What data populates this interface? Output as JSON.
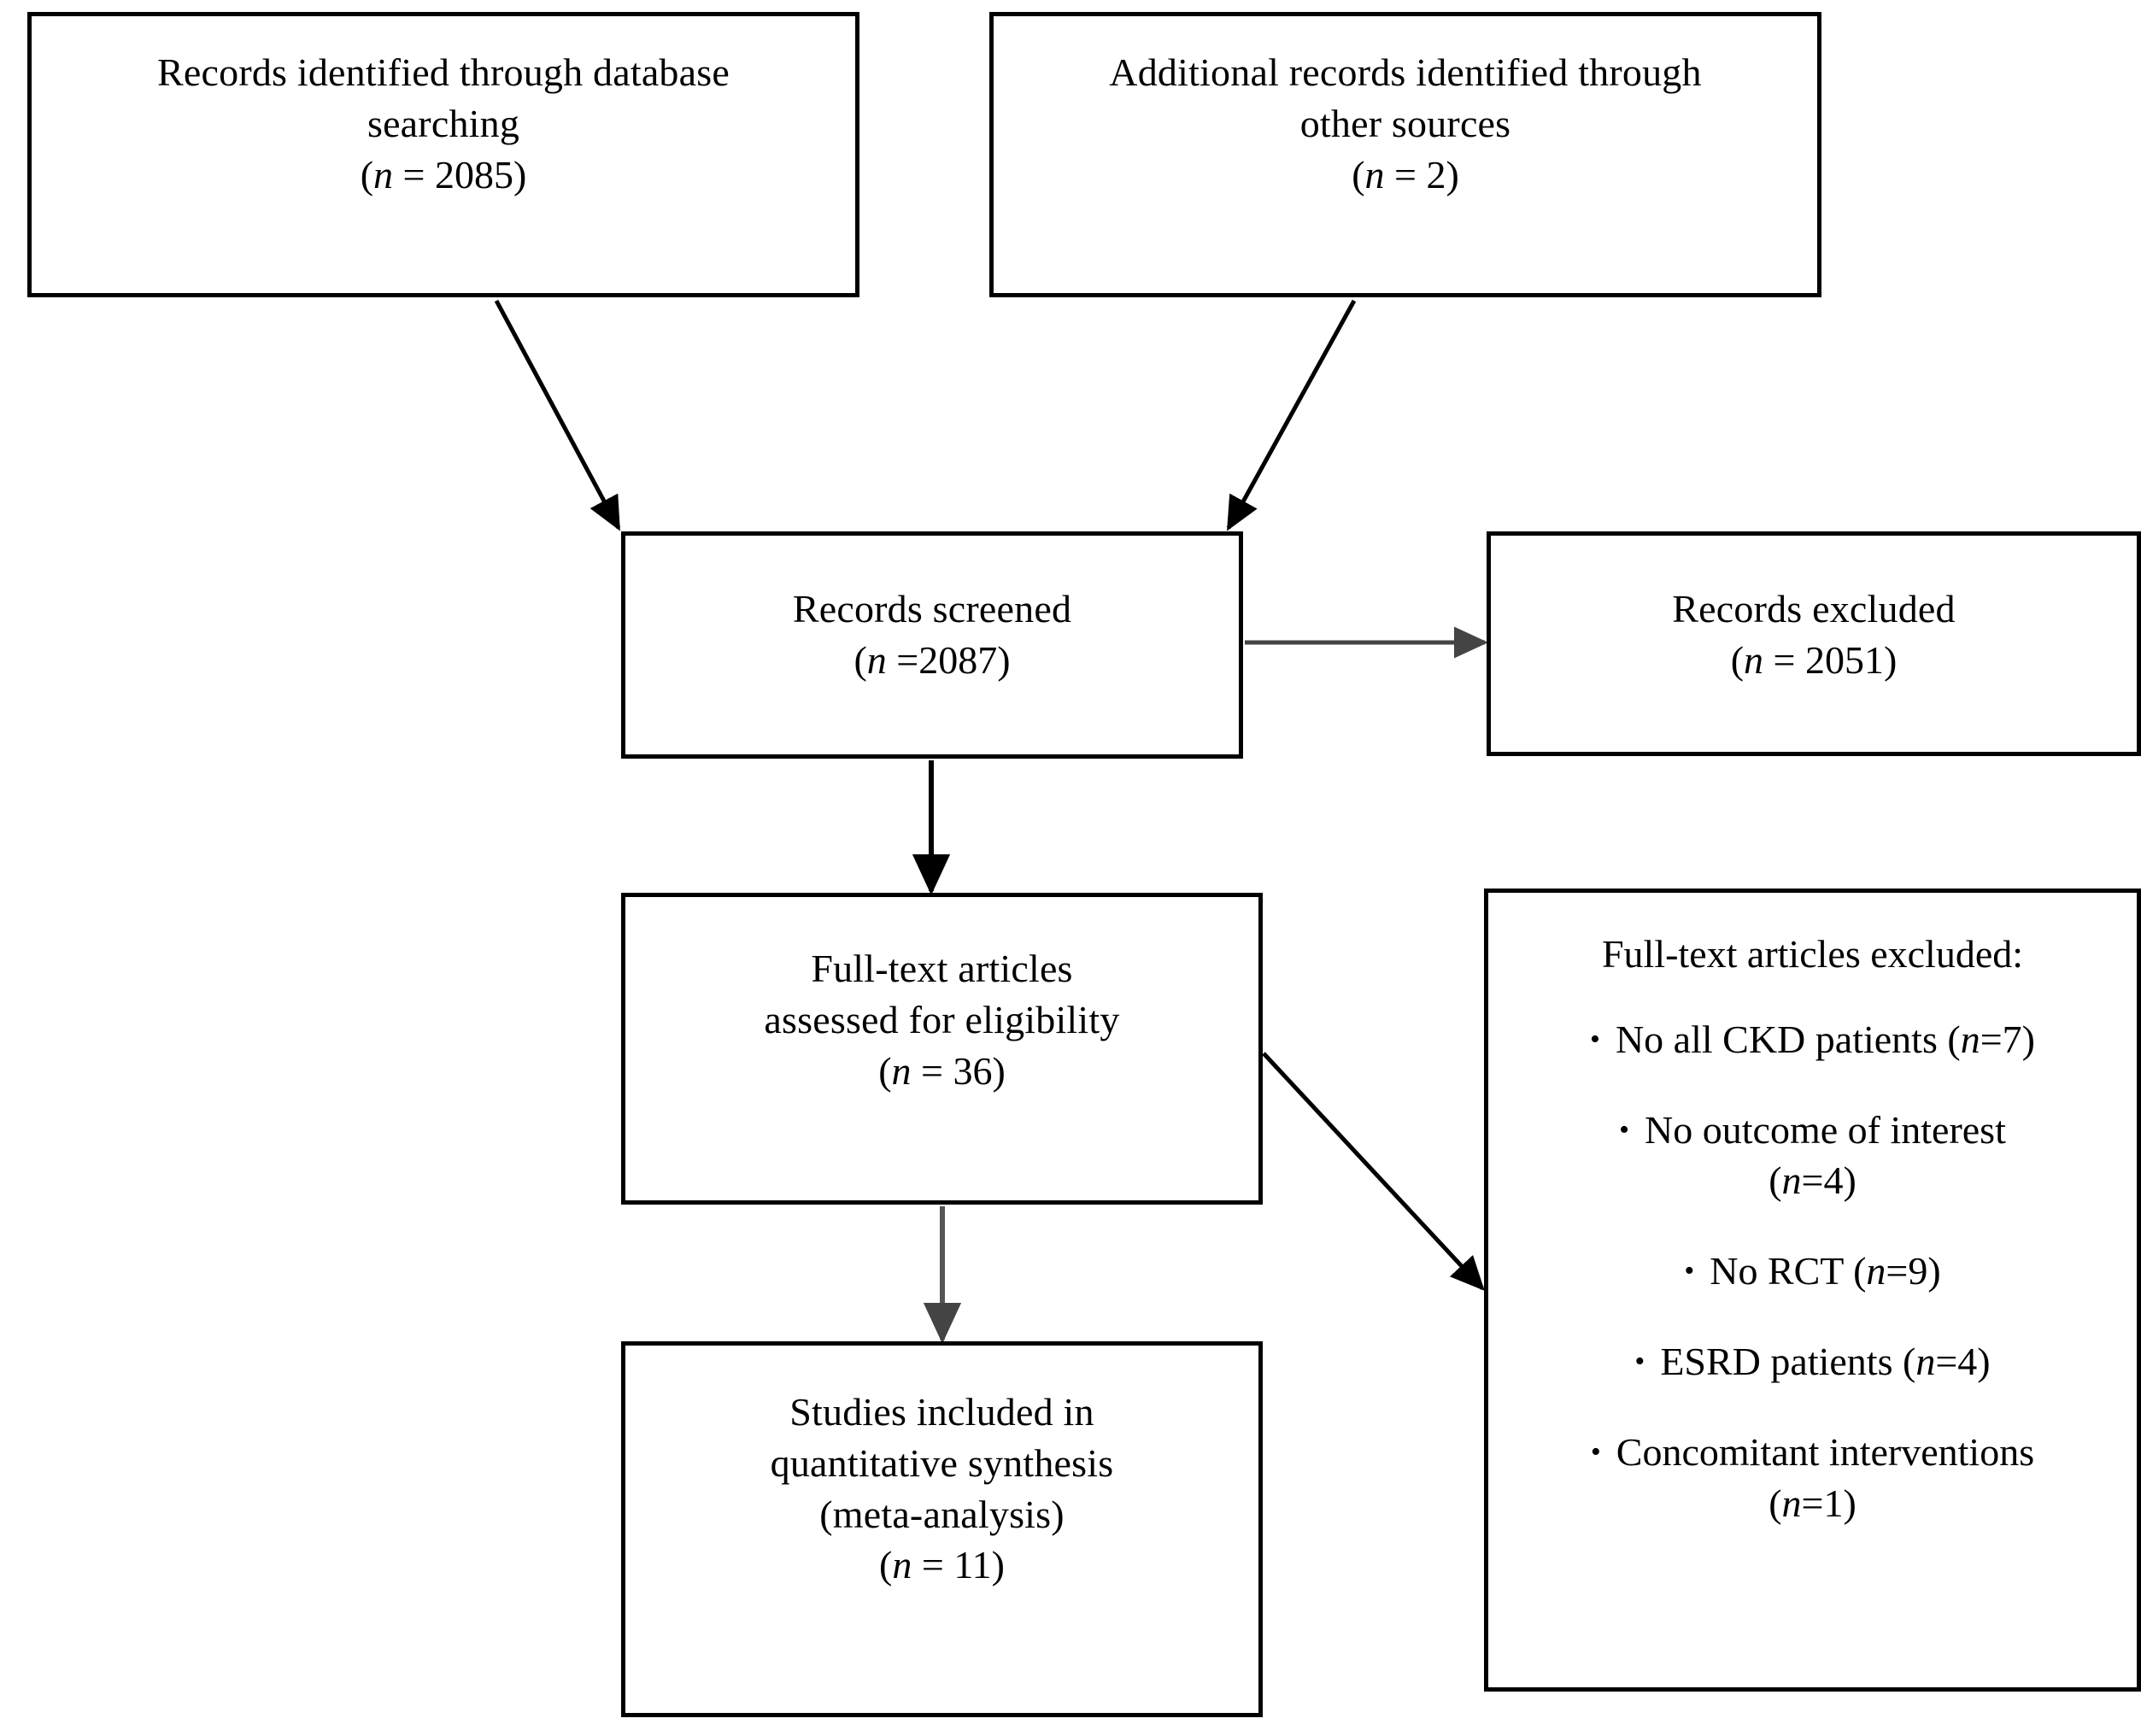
{
  "diagram": {
    "type": "prisma-flow-diagram",
    "boxes": {
      "db_search": {
        "text": "Records identified  through database\nsearching",
        "count_label": "(n = 2085)",
        "n_prefix": "(",
        "n_var": "n",
        "n_suffix": " = 2085)"
      },
      "other_sources": {
        "text": "Additional records identified  through\nother sources",
        "count_label": "(n = 2)",
        "n_prefix": "(",
        "n_var": "n",
        "n_suffix": " = 2)"
      },
      "records_screened": {
        "text": "Records screened",
        "count_label": "(n =2087)",
        "n_prefix": "(",
        "n_var": "n",
        "n_suffix": " =2087)"
      },
      "records_excluded": {
        "text": "Records excluded",
        "count_label": "(n = 2051)",
        "n_prefix": "(",
        "n_var": "n",
        "n_suffix": " = 2051)"
      },
      "fulltext_assessed": {
        "text": "Full-text  articles\nassessed for eligibility",
        "count_label": "(n = 36)",
        "n_prefix": "(",
        "n_var": "n",
        "n_suffix": " = 36)"
      },
      "fulltext_excluded": {
        "heading": "Full-text  articles excluded:",
        "items": [
          {
            "bullet": "•",
            "text": "No all CKD  patients ",
            "n_prefix": "(",
            "n_var": "n",
            "n_suffix": "=7)",
            "count_label": "(n=7)"
          },
          {
            "bullet": "•",
            "text": "No outcome of interest",
            "n_prefix": "(",
            "n_var": "n",
            "n_suffix": "=4)",
            "count_label": "(n=4)",
            "wrapped": true
          },
          {
            "bullet": "•",
            "text": "No RCT ",
            "n_prefix": "(",
            "n_var": "n",
            "n_suffix": "=9)",
            "count_label": "(n=9)"
          },
          {
            "bullet": "•",
            "text": "ESRD  patients ",
            "n_prefix": "(",
            "n_var": "n",
            "n_suffix": "=4)",
            "count_label": "(n=4)"
          },
          {
            "bullet": "•",
            "text": "Concomitant interventions",
            "n_prefix": "(",
            "n_var": "n",
            "n_suffix": "=1)",
            "count_label": "(n=1)",
            "wrapped": true
          }
        ]
      },
      "studies_included": {
        "text": "Studies included in\nquantitative synthesis\n(meta-analysis)",
        "count_label": "(n = 11)",
        "n_prefix": "(",
        "n_var": "n",
        "n_suffix": " = 11)"
      }
    },
    "connectors": [
      {
        "name": "db-search-to-screened",
        "from": "db_search",
        "to": "records_screened",
        "style": "diagonal"
      },
      {
        "name": "other-sources-to-screened",
        "from": "other_sources",
        "to": "records_screened",
        "style": "diagonal"
      },
      {
        "name": "screened-to-excluded",
        "from": "records_screened",
        "to": "records_excluded",
        "style": "horizontal"
      },
      {
        "name": "screened-to-fulltext",
        "from": "records_screened",
        "to": "fulltext_assessed",
        "style": "vertical"
      },
      {
        "name": "fulltext-to-ft-excluded",
        "from": "fulltext_assessed",
        "to": "fulltext_excluded",
        "style": "diagonal"
      },
      {
        "name": "fulltext-to-included",
        "from": "fulltext_assessed",
        "to": "studies_included",
        "style": "vertical"
      }
    ],
    "colors": {
      "stroke": "#000000",
      "background": "#ffffff",
      "text": "#000000",
      "connector_gray": "#555555"
    }
  }
}
